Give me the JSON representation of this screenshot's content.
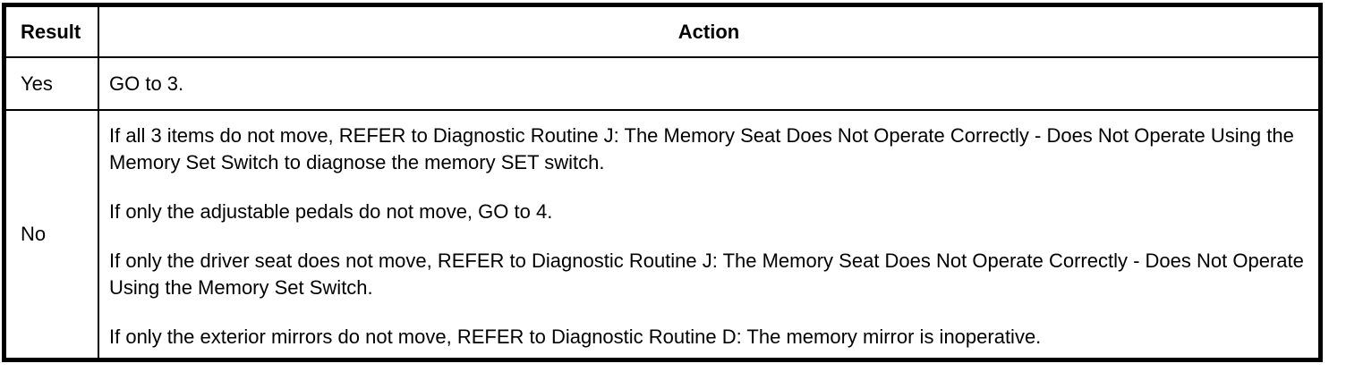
{
  "document": {
    "background_color": "#ffffff",
    "border_color": "#000000",
    "text_color": "#000000"
  },
  "table": {
    "columns": [
      "Result",
      "Action"
    ],
    "rows": [
      {
        "result": "Yes",
        "action_paragraphs": [
          "GO to 3."
        ]
      },
      {
        "result": "No",
        "action_paragraphs": [
          "If all 3 items do not move, REFER to Diagnostic Routine J: The Memory Seat Does Not Operate Correctly - Does Not Operate Using the Memory Set Switch to diagnose the memory SET switch.",
          "If only the adjustable pedals do not move, GO to 4.",
          "If only the driver seat does not move, REFER to Diagnostic Routine J: The Memory Seat Does Not Operate Correctly - Does Not Operate Using the Memory Set Switch.",
          "If only the exterior mirrors do not move, REFER to Diagnostic Routine D: The memory mirror is inoperative."
        ]
      }
    ]
  }
}
